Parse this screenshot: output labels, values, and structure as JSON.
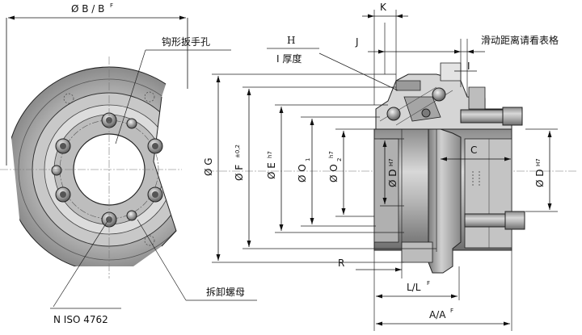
{
  "labels": {
    "diam_b": "Ø B / B",
    "diam_b_sup": "F",
    "hook_wrench_hole": "钩形扳手孔",
    "release_nut": "拆卸螺母",
    "n_iso": "N ISO 4762",
    "h": "H",
    "i_thickness": "I 厚度",
    "slide_distance": "滑动距离请看表格",
    "k": "K",
    "j": "J",
    "i": "I",
    "diam_g": "Ø G",
    "diam_f": "Ø F",
    "diam_f_sup": "±0,2",
    "diam_e": "Ø E",
    "diam_e_sup": "h7",
    "diam_o1": "Ø O",
    "diam_o1_sub": "1",
    "diam_o2": "Ø O",
    "diam_o2_sub": "2",
    "diam_o2_sup": "h7",
    "diam_d_left": "Ø D",
    "diam_d_left_sup": "H7",
    "diam_d_right": "Ø D",
    "diam_d_right_sup": "H7",
    "c": "C",
    "r": "R",
    "l": "L/L",
    "l_sup": "F",
    "a": "A/A",
    "a_sup": "F"
  },
  "colors": {
    "metal_dark": "#6e6e6e",
    "metal_mid": "#a3a3a3",
    "metal_light": "#d4d4d4",
    "line": "#111111"
  }
}
